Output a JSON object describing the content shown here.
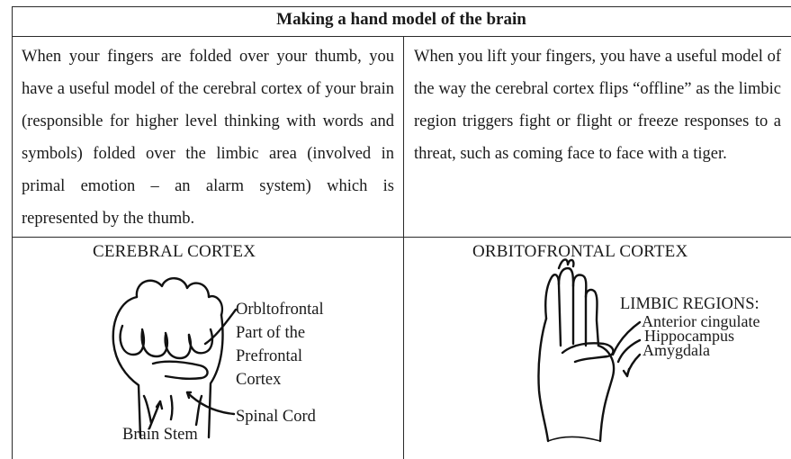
{
  "table": {
    "title": "Making a hand model of the brain",
    "left_text": "When your fingers are folded over your thumb, you have a useful model of the cerebral cortex of your brain (responsible for higher level thinking with words and symbols) folded over the limbic area (involved in primal emotion – an alarm system) which is represented by the thumb.",
    "right_text": "When you lift your fingers, you have a useful model of the way the cerebral cortex flips “offline” as the limbic region triggers fight or flight or freeze responses to a threat, such as coming face to face with a tiger."
  },
  "left_figure": {
    "caption": "CEREBRAL CORTEX",
    "labels": {
      "orbitofrontal_1": "Orbltofrontal",
      "orbitofrontal_2": "Part of the",
      "orbitofrontal_3": "Prefrontal",
      "orbitofrontal_4": "Cortex",
      "spinal_cord": "Spinal Cord",
      "brain_stem": "Brain Stem"
    }
  },
  "right_figure": {
    "caption": "ORBITOFRONTAL CORTEX",
    "labels": {
      "limbic_regions": "LIMBIC REGIONS:",
      "anterior_cingulate": "Anterior cingulate",
      "hippocampus": "Hippocampus",
      "amygdala": "Amygdala"
    }
  }
}
